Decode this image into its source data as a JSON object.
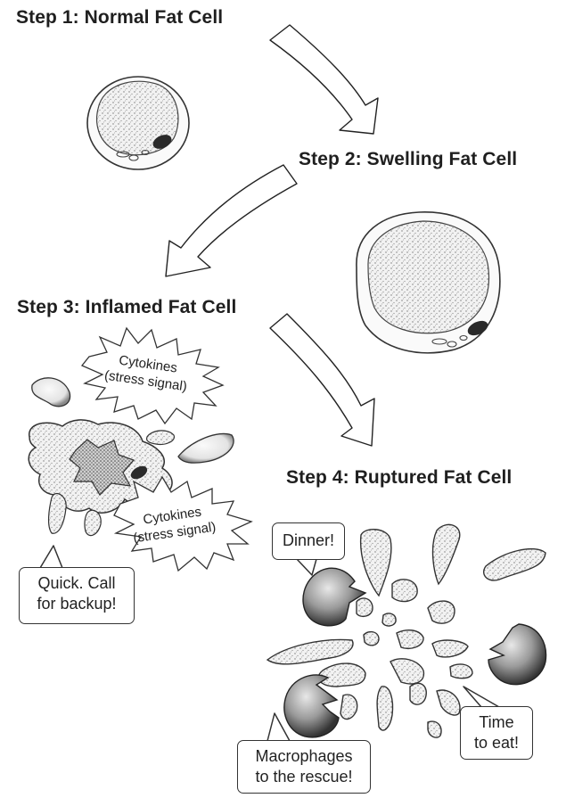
{
  "steps": [
    {
      "title": "Step 1: Normal Fat Cell"
    },
    {
      "title": "Step 2: Swelling Fat Cell"
    },
    {
      "title": "Step 3: Inflamed Fat Cell"
    },
    {
      "title": "Step 4: Ruptured Fat Cell"
    }
  ],
  "signals": [
    {
      "line1": "Cytokines",
      "line2": "(stress signal)"
    },
    {
      "line1": "Cytokines",
      "line2": "(stress signal)"
    }
  ],
  "speech": {
    "quick_line1": "Quick. Call",
    "quick_line2": "for backup!",
    "dinner": "Dinner!",
    "time_line1": "Time",
    "time_line2": "to eat!",
    "macro_line1": "Macrophages",
    "macro_line2": "to the rescue!"
  }
}
